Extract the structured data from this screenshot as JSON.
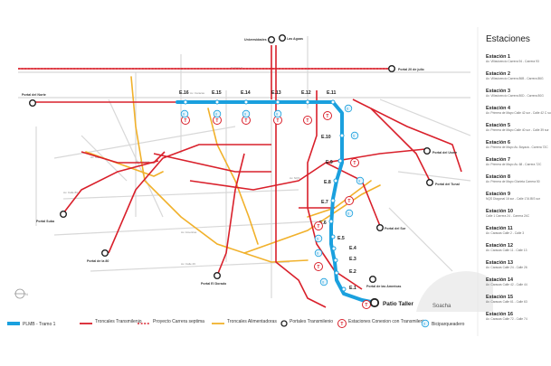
{
  "colors": {
    "plmb": "#1aa0de",
    "troncal": "#d9202b",
    "alimentadora": "#f1b12b",
    "street": "#cfcfcf",
    "text": "#222222"
  },
  "sidebar": {
    "title": "Estaciones",
    "stations": [
      {
        "name": "Estación 1",
        "sub": "Av. Villavicencio Carrera 94 - Carrera 93"
      },
      {
        "name": "Estación 2",
        "sub": "Av. Villavicencio Carrera 86B - Carrera 86G"
      },
      {
        "name": "Estación 3",
        "sub": "Av. Villavicencio Carrera 80D - Carrera 80G"
      },
      {
        "name": "Estación 4",
        "sub": "Av. Primera de Mayo Calle 42 sur - Calle 42 C sur"
      },
      {
        "name": "Estación 5",
        "sub": "Av. Primera de Mayo Calle 40 sur - Calle 39 sur"
      },
      {
        "name": "Estación 6",
        "sub": "Av. Primera de Mayo Av. Boyacá - Carrera 72C"
      },
      {
        "name": "Estación 7",
        "sub": "Av. Primera de Mayo Av. 68 - Carrera 72C"
      },
      {
        "name": "Estación 8",
        "sub": "Av. Primera de Mayo Glorieta Carrera 50"
      },
      {
        "name": "Estación 9",
        "sub": "NQS Diagonal 16 sur - Calle 17A BIS sur"
      },
      {
        "name": "Estación 10",
        "sub": "Calle 1 Carrera 24 - Carrera 24C"
      },
      {
        "name": "Estación 11",
        "sub": "Av. Caracas Calle 2 - Calle 3"
      },
      {
        "name": "Estación 12",
        "sub": "Av. Caracas Calle 11 - Calle 13"
      },
      {
        "name": "Estación 13",
        "sub": "Av. Caracas Calle 24 - Calle 26"
      },
      {
        "name": "Estación 14",
        "sub": "Av. Caracas Calle 42 - Calle 44"
      },
      {
        "name": "Estación 15",
        "sub": "Av. Caracas Calle 61 - Calle 63"
      },
      {
        "name": "Estación 16",
        "sub": "Av. Caracas Calle 72 - Calle 74"
      }
    ]
  },
  "stations_on_line": [
    {
      "id": "E.16",
      "label": "E.16"
    },
    {
      "id": "E.15",
      "label": "E.15"
    },
    {
      "id": "E.14",
      "label": "E.14"
    },
    {
      "id": "E.13",
      "label": "E.13"
    },
    {
      "id": "E.12",
      "label": "E.12"
    },
    {
      "id": "E.11",
      "label": "E.11"
    },
    {
      "id": "E.10",
      "label": "E.10"
    },
    {
      "id": "E.9",
      "label": "E.9"
    },
    {
      "id": "E.8",
      "label": "E.8"
    },
    {
      "id": "E.7",
      "label": "E.7"
    },
    {
      "id": "E.6",
      "label": "E.6"
    },
    {
      "id": "E.5",
      "label": "E.5"
    },
    {
      "id": "E.4",
      "label": "E.4"
    },
    {
      "id": "E.3",
      "label": "E.3"
    },
    {
      "id": "E.2",
      "label": "E.2"
    },
    {
      "id": "E.1",
      "label": "E.1"
    }
  ],
  "portals": {
    "norte": "Portal del Norte",
    "calle80": "Portal de la 80",
    "suba": "Portal Suba",
    "eldorado": "Portal El Dorado",
    "americas": "Portal de las Americas",
    "sur": "Portal del Sur",
    "tunal": "Portal del Tunal",
    "usme": "Portal del Usme",
    "veintejulio": "Portal 20 de julio",
    "universidades": "Universidades",
    "aguas": "Las Aguas"
  },
  "places": {
    "patio": "Patio Taller",
    "soacha": "Soacha"
  },
  "streets": {
    "s1": "Carrera 7",
    "s2": "Av. Caracas",
    "s3": "Av. Boyacá",
    "s4": "Av. NQS",
    "s5": "Av. Suba",
    "s6": "Av. Calle 80",
    "s7": "Av. Americas",
    "s8": "Av. Calle 26"
  },
  "legend": {
    "plmb": "PLMB - Tramo 1",
    "troncales": "Troncales Transmilenio",
    "proyecto": "Proyecto Carrera septima",
    "alimentadoras": "Troncales Alimentadoras",
    "portales": "Portales Transmilenio",
    "conexion": "Estaciones Conexion con Transmilenio",
    "bici": "Biciparqueadero"
  },
  "icons": {
    "connection": "tm-connection-icon",
    "bike": "bike-parking-icon",
    "portal": "portal-circle-icon",
    "compass": "north-arrow-icon"
  }
}
